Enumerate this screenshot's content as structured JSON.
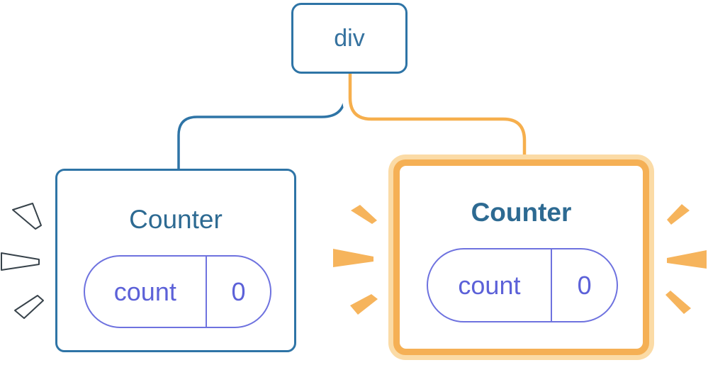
{
  "diagram": {
    "root": {
      "label": "div"
    },
    "counters": [
      {
        "title": "Counter",
        "state": {
          "key": "count",
          "value": "0"
        },
        "highlighted": false
      },
      {
        "title": "Counter",
        "state": {
          "key": "count",
          "value": "0"
        },
        "highlighted": true
      }
    ]
  },
  "palette": {
    "blue_stroke": "#2E74A6",
    "blue_node_text": "#35729F",
    "counter_title_text": "#2D6A92",
    "purple_pill": "#6E72DF",
    "purple_pill_text": "#5C61D8",
    "orange_connector": "#F6AF4D",
    "orange_ring": "#F5B055",
    "orange_ring_light": "#FBDBA6",
    "orange_spark": "#F6B45C",
    "white_spark_fill": "#FFFFFF",
    "white_spark_outline": "#37424A"
  }
}
